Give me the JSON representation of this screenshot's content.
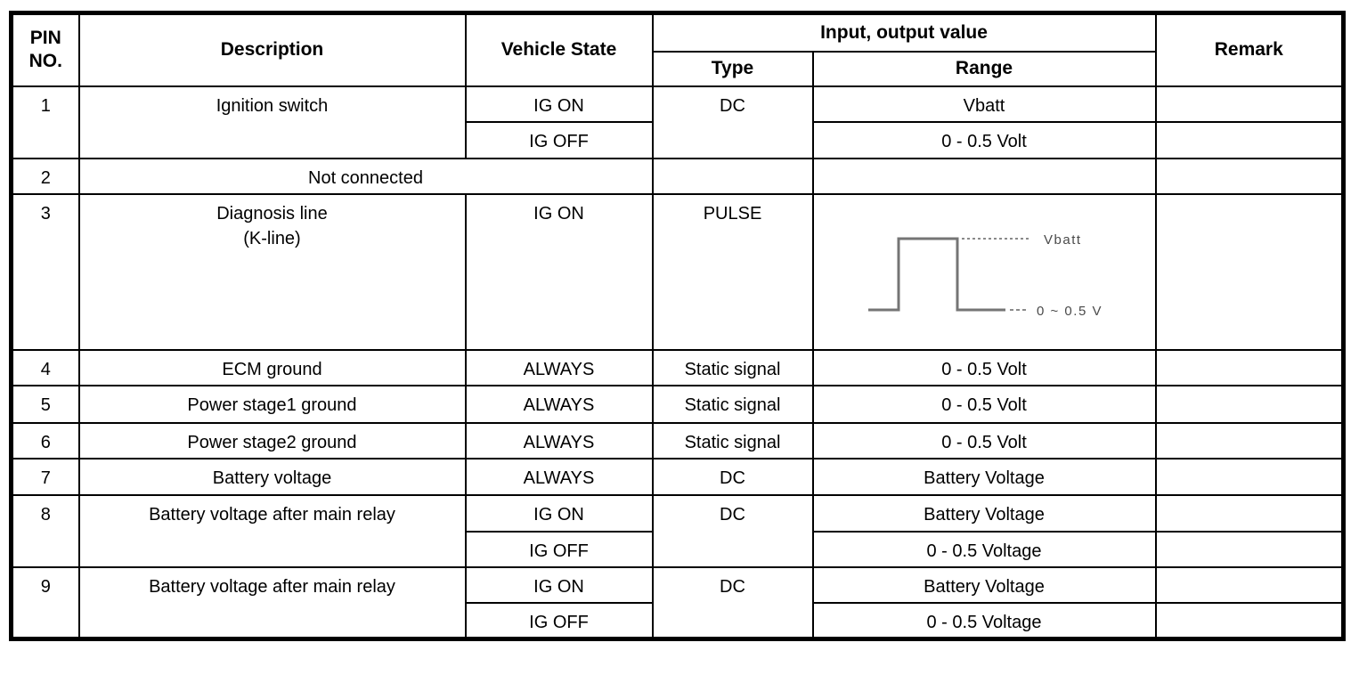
{
  "header": {
    "pin": "PIN\nNO.",
    "description": "Description",
    "vehicle_state": "Vehicle State",
    "input_output_value": "Input, output value",
    "type": "Type",
    "range": "Range",
    "remark": "Remark"
  },
  "rows": [
    {
      "pin": "1",
      "description": "Ignition switch",
      "type": "DC",
      "sub": [
        {
          "state": "IG ON",
          "range": "Vbatt"
        },
        {
          "state": "IG OFF",
          "range": "0 - 0.5 Volt"
        }
      ]
    },
    {
      "pin": "2",
      "description": "Not connected"
    },
    {
      "pin": "3",
      "description": "Diagnosis line\n(K-line)",
      "state": "IG ON",
      "type": "PULSE"
    },
    {
      "pin": "4",
      "description": "ECM ground",
      "state": "ALWAYS",
      "type": "Static signal",
      "range": "0 - 0.5 Volt"
    },
    {
      "pin": "5",
      "description": "Power stage1 ground",
      "state": "ALWAYS",
      "type": "Static signal",
      "range": "0 - 0.5 Volt"
    },
    {
      "pin": "6",
      "description": "Power stage2 ground",
      "state": "ALWAYS",
      "type": "Static signal",
      "range": "0 - 0.5 Volt"
    },
    {
      "pin": "7",
      "description": "Battery voltage",
      "state": "ALWAYS",
      "type": "DC",
      "range": "Battery Voltage"
    },
    {
      "pin": "8",
      "description": "Battery voltage after main relay",
      "type": "DC",
      "sub": [
        {
          "state": "IG ON",
          "range": "Battery Voltage"
        },
        {
          "state": "IG OFF",
          "range": "0 - 0.5 Voltage"
        }
      ]
    },
    {
      "pin": "9",
      "description": "Battery voltage after main relay",
      "type": "DC",
      "sub": [
        {
          "state": "IG ON",
          "range": "Battery Voltage"
        },
        {
          "state": "IG OFF",
          "range": "0 - 0.5 Voltage"
        }
      ]
    }
  ],
  "pulse_diagram": {
    "high_label": "Vbatt",
    "low_label": "0 ~ 0.5 V"
  },
  "colors": {
    "border": "#000000",
    "waveform": "#757575",
    "dotted_line": "#8a8a8a",
    "diagram_label": "#4a4a4a",
    "background": "#ffffff",
    "text": "#000000"
  }
}
